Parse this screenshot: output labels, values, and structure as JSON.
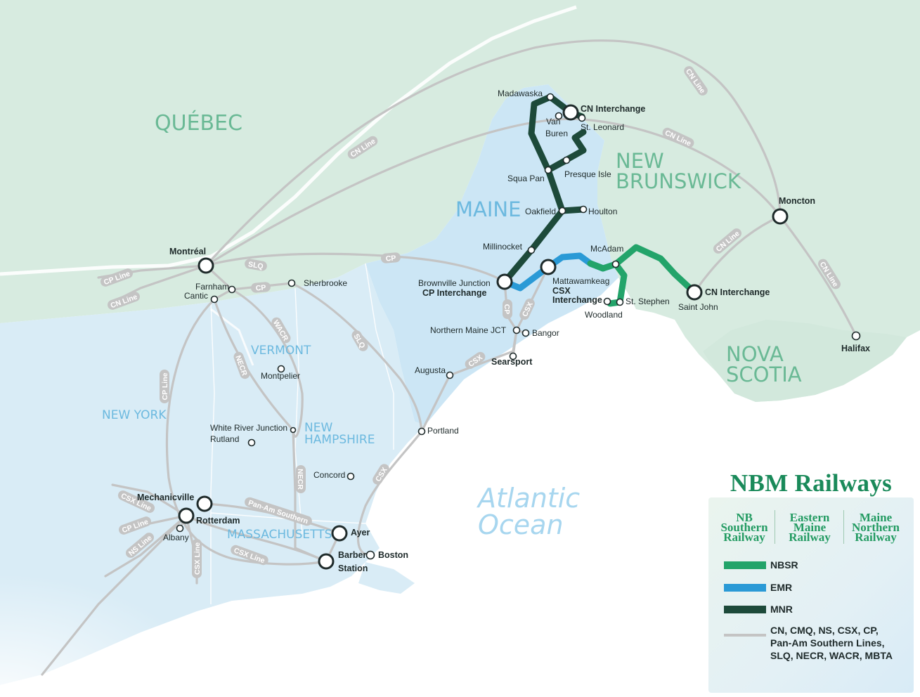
{
  "regions": {
    "quebec": "QUÉBEC",
    "maine": "MAINE",
    "new_brunswick_1": "NEW",
    "new_brunswick_2": "BRUNSWICK",
    "nova_scotia_1": "NOVA",
    "nova_scotia_2": "SCOTIA",
    "vermont": "VERMONT",
    "new_york": "NEW YORK",
    "new_hampshire_1": "NEW",
    "new_hampshire_2": "HAMPSHIRE",
    "massachusetts": "MASSACHUSETTS",
    "atlantic_1": "Atlantic",
    "atlantic_2": "Ocean"
  },
  "cities": {
    "madawaska": "Madawaska",
    "cn_interchange_north": "CN Interchange",
    "van": "Van",
    "buren": "Buren",
    "st_leonard": "St. Leonard",
    "squa_pan": "Squa Pan",
    "presque_isle": "Presque Isle",
    "oakfield": "Oakfield",
    "houlton": "Houlton",
    "millinocket": "Millinocket",
    "mcadam": "McAdam",
    "brownville_junction": "Brownville Junction",
    "cp_interchange": "CP Interchange",
    "mattawamkeag": "Mattawamkeag",
    "csx_interchange_1": "CSX",
    "csx_interchange_2": "Interchange",
    "st_stephen": "St. Stephen",
    "woodland": "Woodland",
    "cn_interchange_saint_john": "CN Interchange",
    "saint_john": "Saint John",
    "moncton": "Moncton",
    "halifax": "Halifax",
    "montreal": "Montréal",
    "farnham": "Farnham",
    "cantic": "Cantic",
    "sherbrooke": "Sherbrooke",
    "northern_maine_jct": "Northern Maine JCT",
    "bangor": "Bangor",
    "searsport": "Searsport",
    "augusta": "Augusta",
    "montpelier": "Montpelier",
    "white_river_junction": "White River Junction",
    "rutland": "Rutland",
    "portland": "Portland",
    "concord": "Concord",
    "mechanicville": "Mechanicville",
    "rotterdam": "Rotterdam",
    "albany": "Albany",
    "ayer": "Ayer",
    "barber": "Barber",
    "station": "Station",
    "boston": "Boston"
  },
  "rail_labels": {
    "cn_line_1": "CN Line",
    "cn_line_2": "CN Line",
    "cn_line_3": "CN Line",
    "cn_line_4": "CN Line",
    "cn_line_5": "CN Line",
    "cn_line_6": "CN Line",
    "cp_line_1": "CP Line",
    "cp_line_2": "CP Line",
    "cp_line_3": "CP Line",
    "slq_1": "SLQ",
    "slq_2": "SLQ",
    "cp_1": "CP",
    "cp_2": "CP",
    "cp_3": "CP",
    "csx_1": "CSX",
    "csx_2": "CSX",
    "csx_3": "CSX",
    "wacr": "WACR",
    "necr_1": "NECR",
    "necr_2": "NECR",
    "csx_line_1": "CSX Line",
    "csx_line_2": "CSX Line",
    "csx_line_3": "CSX Line",
    "ns_line": "NS Line",
    "pan_am": "Pan-Am Southern"
  },
  "legend": {
    "title": "NBM Railways",
    "logo_nbsr_1": "NB",
    "logo_nbsr_2": "Southern",
    "logo_nbsr_3": "Railway",
    "logo_emr_1": "Eastern",
    "logo_emr_2": "Maine",
    "logo_emr_3": "Railway",
    "logo_mnr_1": "Maine",
    "logo_mnr_2": "Northern",
    "logo_mnr_3": "Railway",
    "nbsr": "NBSR",
    "emr": "EMR",
    "mnr": "MNR",
    "other_1": "CN, CMQ, NS, CSX, CP,",
    "other_2": "Pan-Am Southern Lines,",
    "other_3": "SLQ, NECR, WACR, MBTA"
  },
  "colors": {
    "nbsr": "#23a46a",
    "emr": "#2a9ad6",
    "mnr": "#1d4a3a",
    "other": "#c4c4c4",
    "canada_land": "#d7ebe0",
    "us_land": "#d9ecf6",
    "maine_land": "#cce6f5",
    "canada_label": "#6ab995",
    "us_label": "#6cb9df"
  }
}
